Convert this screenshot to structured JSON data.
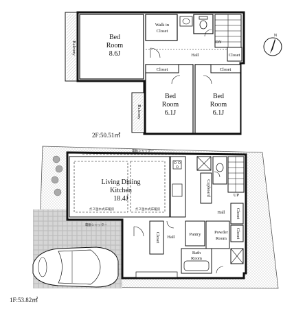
{
  "floor2": {
    "area_label": "2F:50.51㎡",
    "bed_main": {
      "line1": "Bed",
      "line2": "Room",
      "size": "8.6J"
    },
    "bed_left": {
      "line1": "Bed",
      "line2": "Room",
      "size": "6.1J"
    },
    "bed_right": {
      "line1": "Bed",
      "line2": "Room",
      "size": "6.1J"
    },
    "walkin": {
      "line1": "Walk in",
      "line2": "Closet"
    },
    "closet": "Closet",
    "hall": "Hall",
    "balcony": "Balcony",
    "dn": "DN"
  },
  "floor1": {
    "area_label": "1F:53.82㎡",
    "ldk": {
      "line1": "Living Dining",
      "line2": "Kitchen",
      "size": "18.4J"
    },
    "shutter": "電動シャッター",
    "gas_outlet": "ガス温水式床暖房",
    "cupboard": "Cupboard",
    "hall": "Hall",
    "closet": "Closet",
    "pantry": "Pantry",
    "powder": {
      "line1": "Powder",
      "line2": "Room"
    },
    "bath": {
      "line1": "Bath",
      "line2": "Room"
    },
    "up": "UP"
  },
  "compass": {
    "label": "N"
  }
}
